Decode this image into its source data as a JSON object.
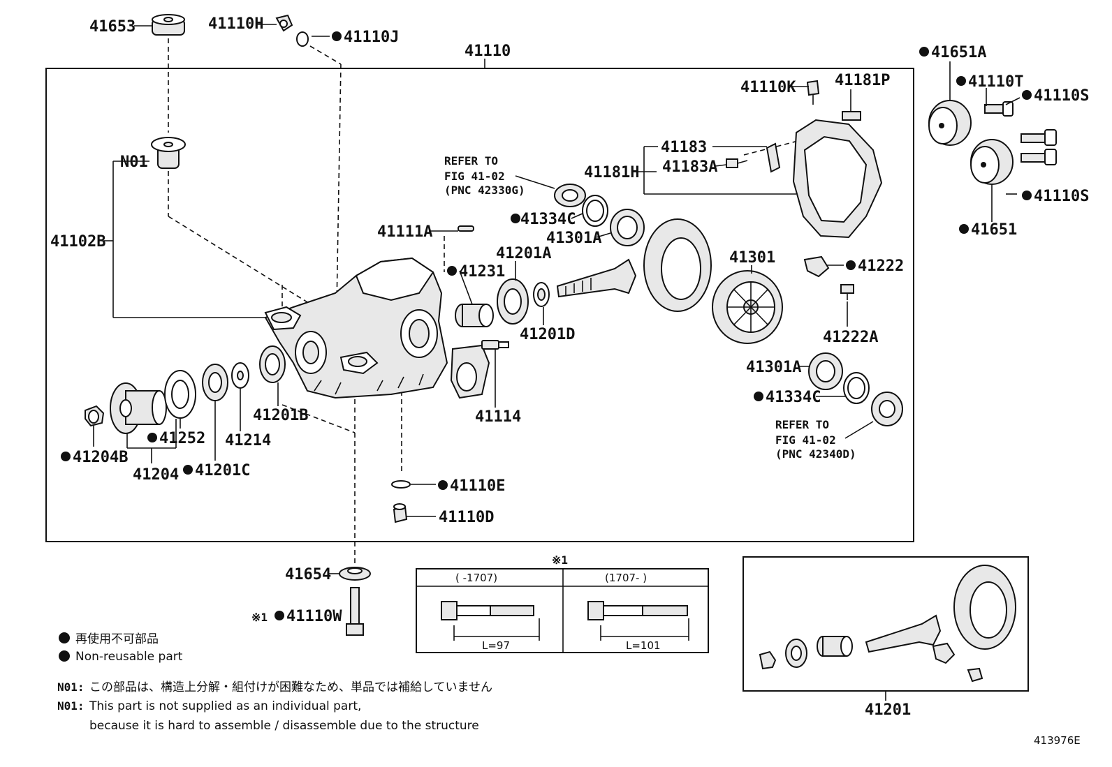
{
  "labels": {
    "l41653": "41653",
    "l41110H": "41110H",
    "l41110J": "41110J",
    "l41110": "41110",
    "l41651A": "41651A",
    "l41110T": "41110T",
    "l41110S_a": "41110S",
    "l41110S_b": "41110S",
    "l41651": "41651",
    "l41110K": "41110K",
    "l41181P": "41181P",
    "l41183": "41183",
    "l41181H": "41181H",
    "l41183A": "41183A",
    "lN01": "N01",
    "l41102B": "41102B",
    "l41111A": "41111A",
    "l41334C_a": "41334C",
    "l41301A_a": "41301A",
    "l41201A": "41201A",
    "l41231": "41231",
    "l41301": "41301",
    "l41222": "41222",
    "l41201D": "41201D",
    "l41222A": "41222A",
    "l41301A_b": "41301A",
    "l41334C_b": "41334C",
    "l41114": "41114",
    "l41201B": "41201B",
    "l41214": "41214",
    "l41252": "41252",
    "l41204B": "41204B",
    "l41204": "41204",
    "l41201C": "41201C",
    "l41110E": "41110E",
    "l41110D": "41110D",
    "l41654": "41654",
    "l41110W": "41110W",
    "l41201": "41201"
  },
  "refer_top": {
    "line1": "REFER TO",
    "line2": "FIG 41-02",
    "line3": "(PNC 42330G)"
  },
  "refer_bottom": {
    "line1": "REFER TO",
    "line2": "FIG 41-02",
    "line3": "(PNC 42340D)"
  },
  "mark_x1": "※1",
  "table": {
    "title": "※1",
    "col1_header": "(     -1707)",
    "col2_header": "(1707-     )",
    "col1_length": "L=97",
    "col2_length": "L=101"
  },
  "legend": {
    "jp": "再使用不可部品",
    "en": "Non-reusable part"
  },
  "notes": {
    "n1_key": "N01:",
    "n1_text": "この部品は、構造上分解・組付けが困難なため、単品では補給していません",
    "n2_key": "N01:",
    "n2_line1": "This part is not supplied as an individual part,",
    "n2_line2": "because it is hard to assemble / disassemble due to the structure"
  },
  "figure_id": "413976E"
}
